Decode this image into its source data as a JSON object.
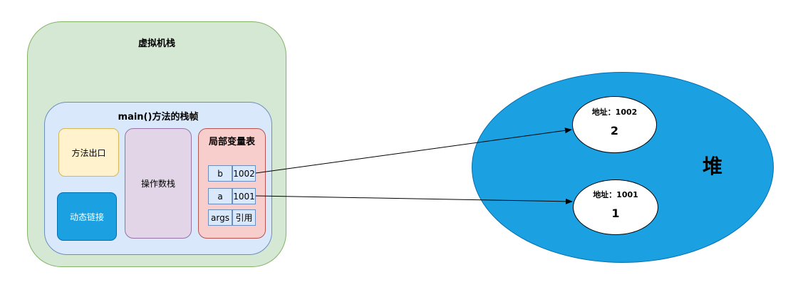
{
  "vm_stack": {
    "title": "虚拟机栈"
  },
  "frame": {
    "title": "main()方法的栈帧"
  },
  "method_exit": {
    "label": "方法出口"
  },
  "dynamic_link": {
    "label": "动态链接"
  },
  "operand_stack": {
    "label": "操作数栈"
  },
  "local_vars": {
    "title": "局部变量表",
    "rows": [
      {
        "name": "b",
        "value": "1002"
      },
      {
        "name": "a",
        "value": "1001"
      },
      {
        "name": "args",
        "value": "引用"
      }
    ]
  },
  "heap": {
    "label": "堆",
    "objects": [
      {
        "address": "地址：1002",
        "value": "2"
      },
      {
        "address": "地址：1001",
        "value": "1"
      }
    ]
  },
  "colors": {
    "vm_stack_fill": "#d5e8d4",
    "frame_fill": "#dae8fc",
    "method_exit_fill": "#fff2cc",
    "dynamic_link_fill": "#1ba1e2",
    "operand_stack_fill": "#e1d5e7",
    "local_vars_fill": "#f8cecc",
    "heap_fill": "#1ba1e2"
  }
}
